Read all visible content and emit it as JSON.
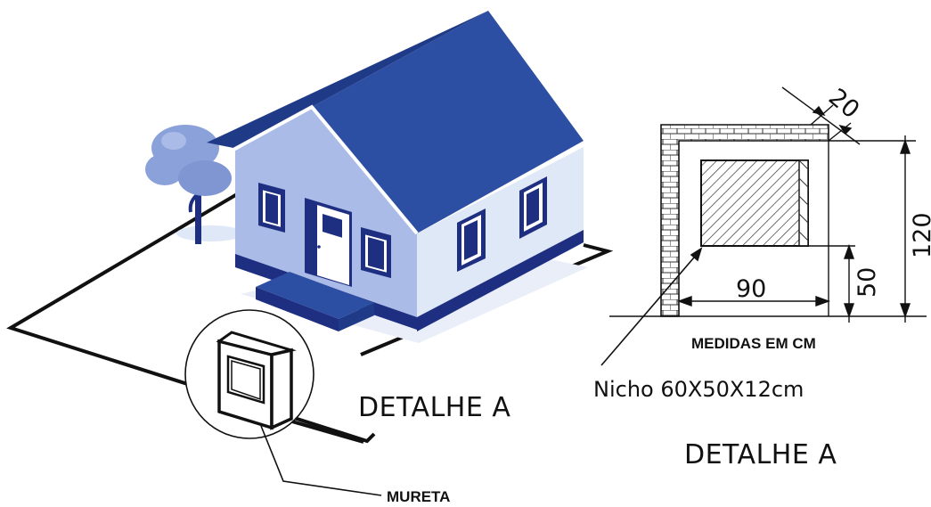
{
  "labels": {
    "detail_left": "DETALHE A",
    "detail_right": "DETALHE A",
    "mureta": "MURETA",
    "medidas": "MEDIDAS EM CM",
    "nicho": "Nicho 60X50X12cm"
  },
  "dimensions": {
    "wall_thickness": "20",
    "height_total": "120",
    "width": "90",
    "niche_base": "50"
  },
  "colors": {
    "roof": "#2d4fa3",
    "roof_dark": "#1f3a86",
    "wall_front": "#a9bbe6",
    "wall_side": "#dfe8f7",
    "base_band": "#1e2f82",
    "tree_canopy": "#8ba1d9",
    "window": "#1e2f82",
    "line": "#111111"
  }
}
